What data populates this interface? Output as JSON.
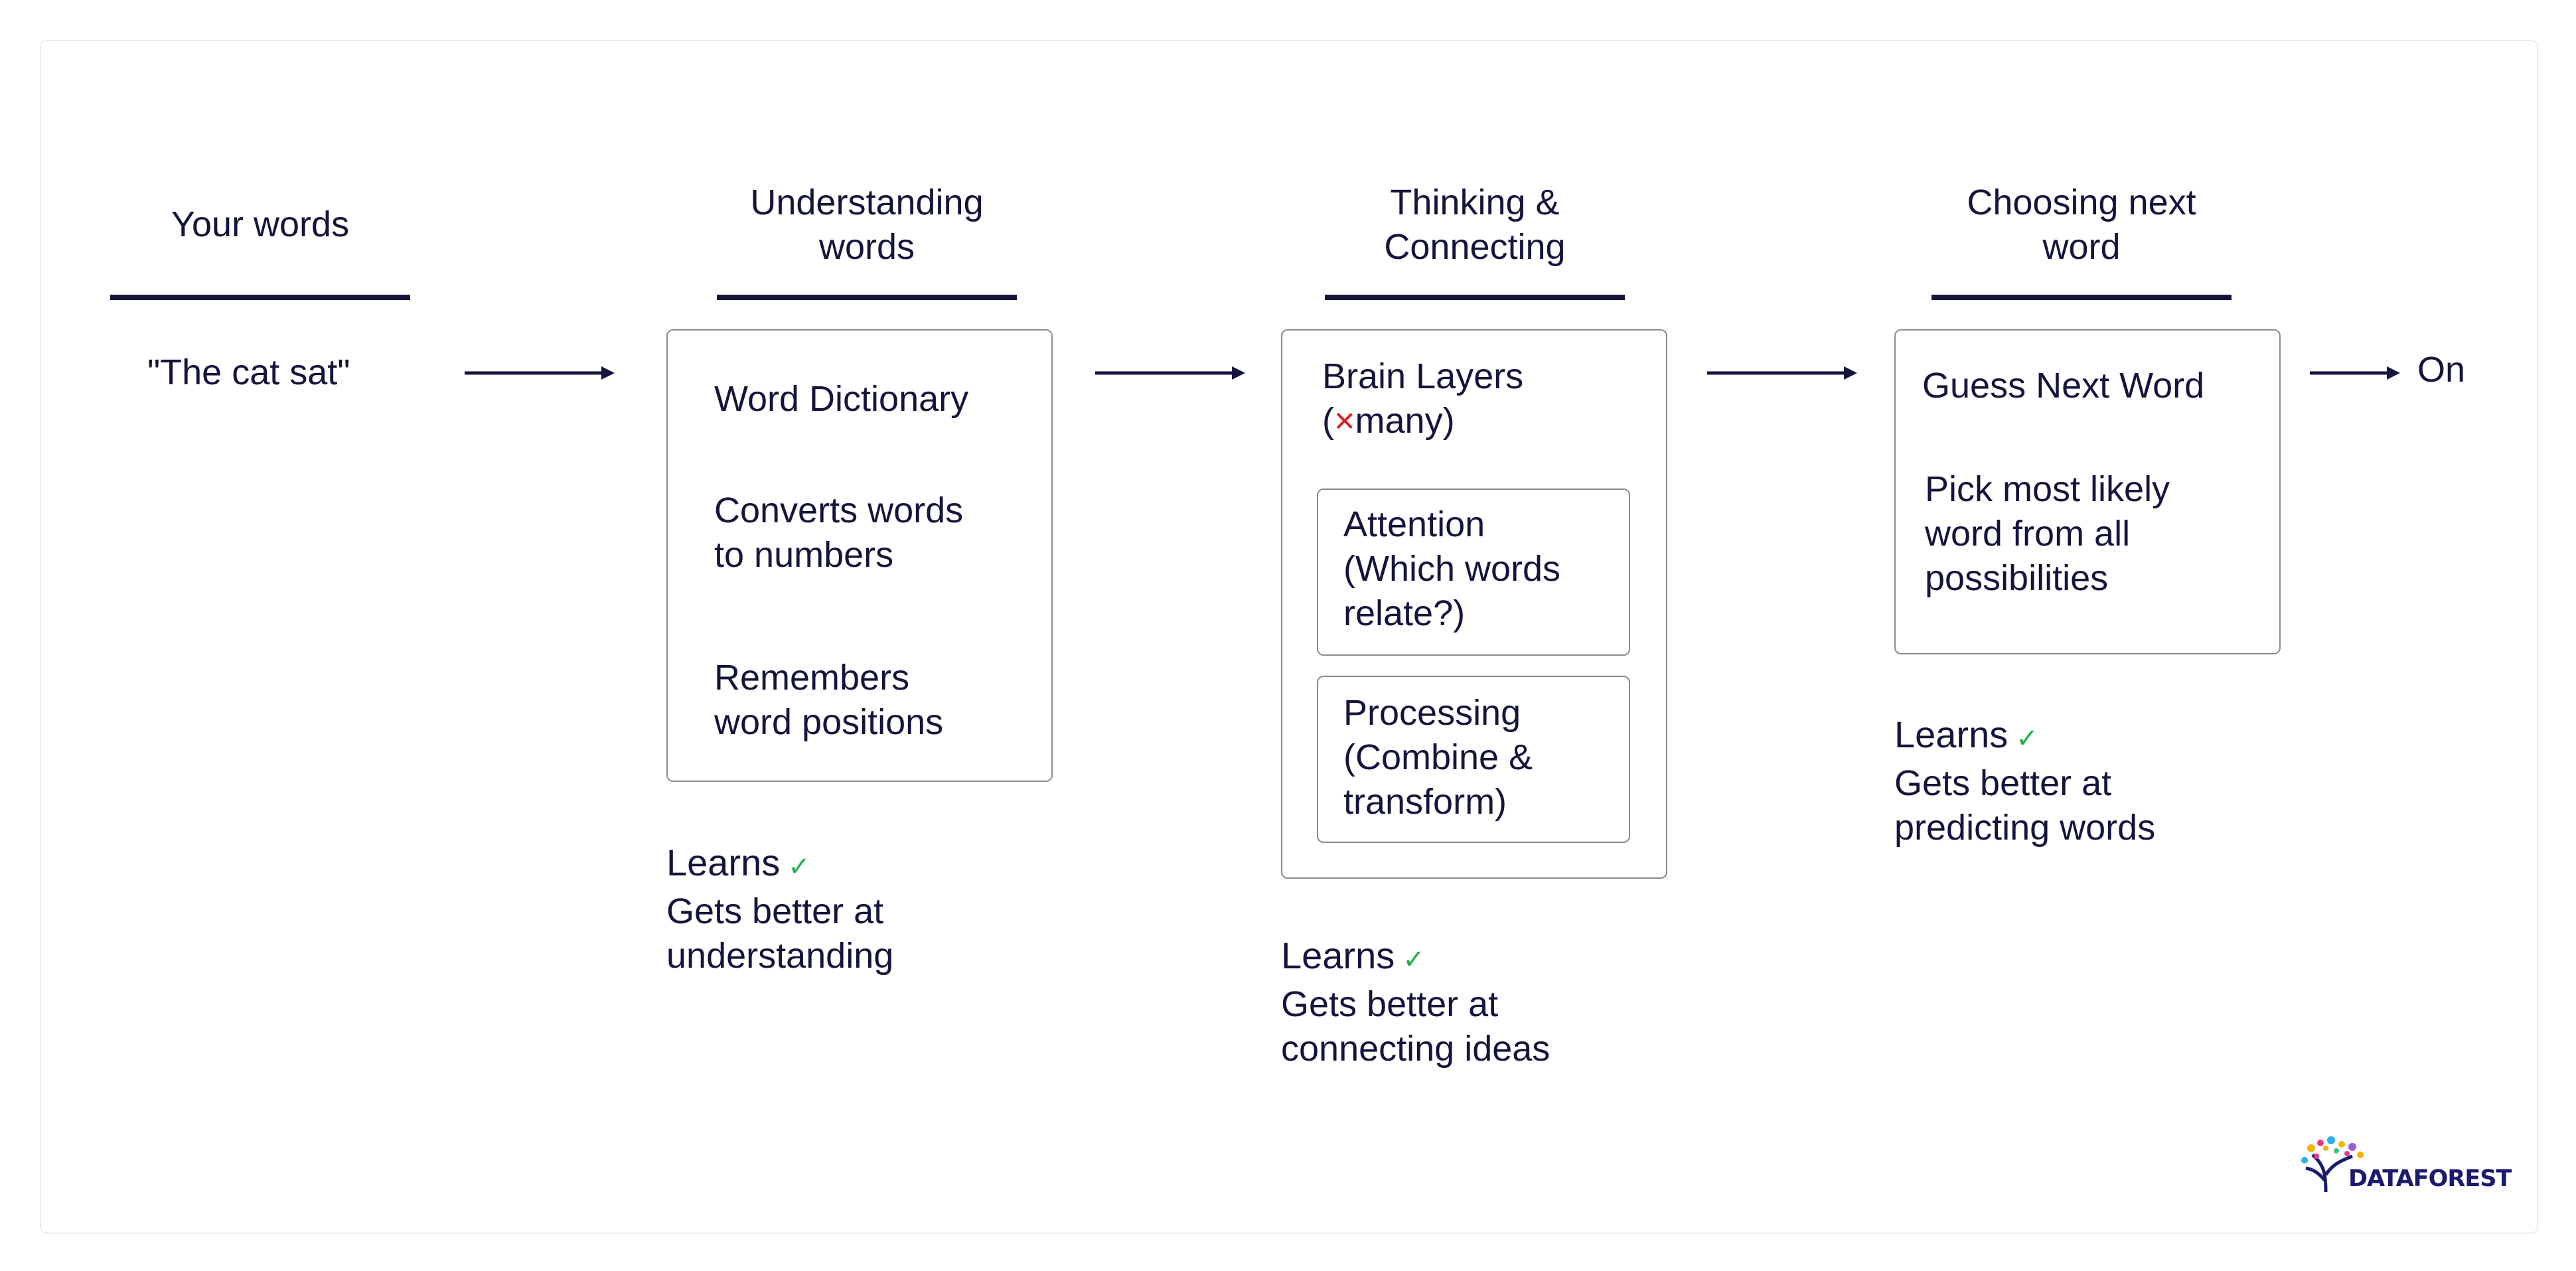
{
  "columns": [
    {
      "title_line1": "Your words",
      "title_line2": ""
    },
    {
      "title_line1": "Understanding",
      "title_line2": "words"
    },
    {
      "title_line1": "Thinking &",
      "title_line2": "Connecting"
    },
    {
      "title_line1": "Choosing next",
      "title_line2": "word"
    }
  ],
  "input": {
    "text": "\"The cat sat\""
  },
  "understanding": {
    "item1": "Word Dictionary",
    "item2_line1": "Converts words",
    "item2_line2": "to numbers",
    "item3_line1": "Remembers",
    "item3_line2": "word positions"
  },
  "thinking": {
    "title_line1": "Brain Layers",
    "title_open": "(",
    "title_cross": "×",
    "title_rest": "many)",
    "attention_line1": "Attention",
    "attention_line2": "(Which words",
    "attention_line3": "relate?)",
    "processing_line1": "Processing",
    "processing_line2": "(Combine &",
    "processing_line3": "transform)"
  },
  "choosing": {
    "title": "Guess Next Word",
    "line1": "Pick most likely",
    "line2": "word from all",
    "line3": "possibilities"
  },
  "output": {
    "text": "On"
  },
  "learns": [
    {
      "label": "Learns",
      "check": "✓",
      "line1": "Gets better at",
      "line2": "understanding"
    },
    {
      "label": "Learns",
      "check": "✓",
      "line1": "Gets better at",
      "line2": "connecting ideas"
    },
    {
      "label": "Learns",
      "check": "✓",
      "line1": "Gets better at",
      "line2": "predicting words"
    }
  ],
  "logo": {
    "text": "DATAFOREST"
  },
  "colors": {
    "ink": "#14143c",
    "check": "#22b14c",
    "cross": "#e01a1a",
    "box_border": "#8a8a94"
  }
}
